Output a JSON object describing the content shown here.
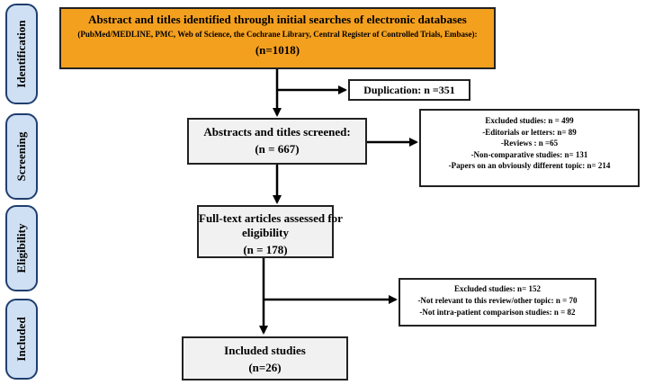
{
  "phases": [
    "Identification",
    "Screening",
    "Eligibility",
    "Included"
  ],
  "identification_box": {
    "line1": "Abstract and titles identified through initial searches of electronic databases",
    "line2": "(PubMed/MEDLINE,  PMC, Web of Science, the Cochrane Library,  Central Register of Controlled Trials, Embase):",
    "line3": "(n=1018)"
  },
  "duplication_box": {
    "text": "Duplication: n =351"
  },
  "screening_box": {
    "line1": "Abstracts and titles screened:",
    "line2": "(n = 667)"
  },
  "excluded_screening_box": {
    "lines": [
      "Excluded  studies: n = 499",
      "-Editorials  or letters: n= 89",
      "-Reviews : n =65",
      "-Non-comparative  studies: n= 131",
      "-Papers on an obviously different topic:  n= 214"
    ]
  },
  "eligibility_box": {
    "line1": "Full-text articles assessed for",
    "line2": "eligibility",
    "line3": "(n = 178)"
  },
  "excluded_fulltext_box": {
    "lines": [
      "Excluded  studies: n= 152",
      "-Not relevant to this review/other topic: n = 70",
      "-Not intra-patient  comparison studies: n = 82"
    ]
  },
  "included_box": {
    "line1": "Included studies",
    "line2": "(n=26)"
  }
}
